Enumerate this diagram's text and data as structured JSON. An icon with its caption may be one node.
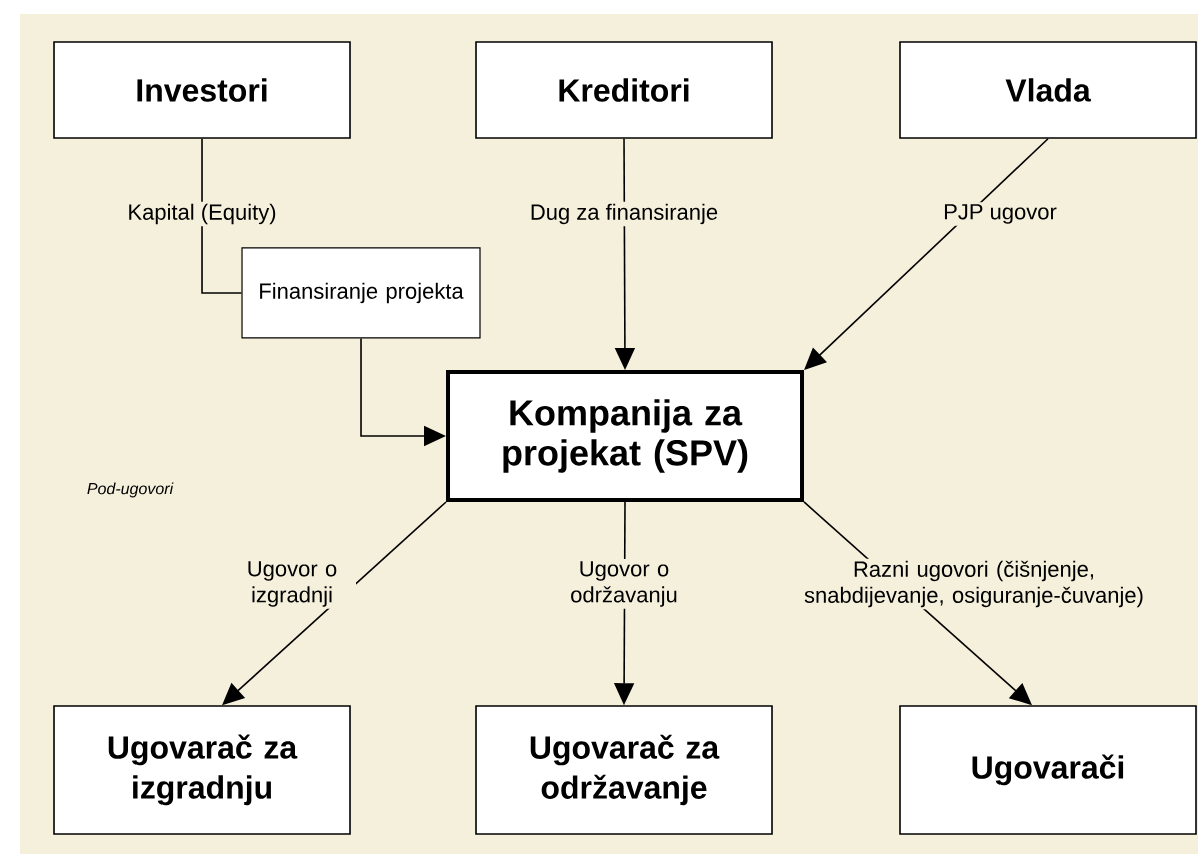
{
  "diagram": {
    "nodes": [
      {
        "text": [
          "Investori"
        ]
      },
      {
        "text": [
          "Kreditori"
        ]
      },
      {
        "text": [
          "Vlada"
        ]
      },
      {
        "text": [
          "Finansiranje projekta"
        ]
      },
      {
        "text": [
          "Kompanija za projekat (SPV)"
        ]
      },
      {
        "text": [
          "Ugovarač za izgradnju"
        ]
      },
      {
        "text": [
          "Ugovarač za održavanje"
        ]
      },
      {
        "text": [
          "Ugovarači"
        ]
      }
    ],
    "edges": [
      {
        "from": 0,
        "to": 3,
        "arrow": "none",
        "label": "Kapital (Equity)"
      },
      {
        "from": 3,
        "to": 4,
        "arrow": "to"
      },
      {
        "from": 1,
        "to": 4,
        "arrow": "to",
        "label": "Dug za finansiranje"
      },
      {
        "from": 2,
        "to": 4,
        "arrow": "to",
        "label": "PJP ugovor"
      },
      {
        "from": 4,
        "to": 5,
        "arrow": "to",
        "label": "Ugovor o izgradnji"
      },
      {
        "from": 4,
        "to": 6,
        "arrow": "to",
        "label": "Ugovor o održavanju"
      },
      {
        "from": 4,
        "to": 7,
        "arrow": "to",
        "label": "Razni ugovori (čišnjenje, snabdijevanje, osiguranje-čuvanje)"
      }
    ],
    "labels": [
      "Pod-ugovori"
    ]
  }
}
